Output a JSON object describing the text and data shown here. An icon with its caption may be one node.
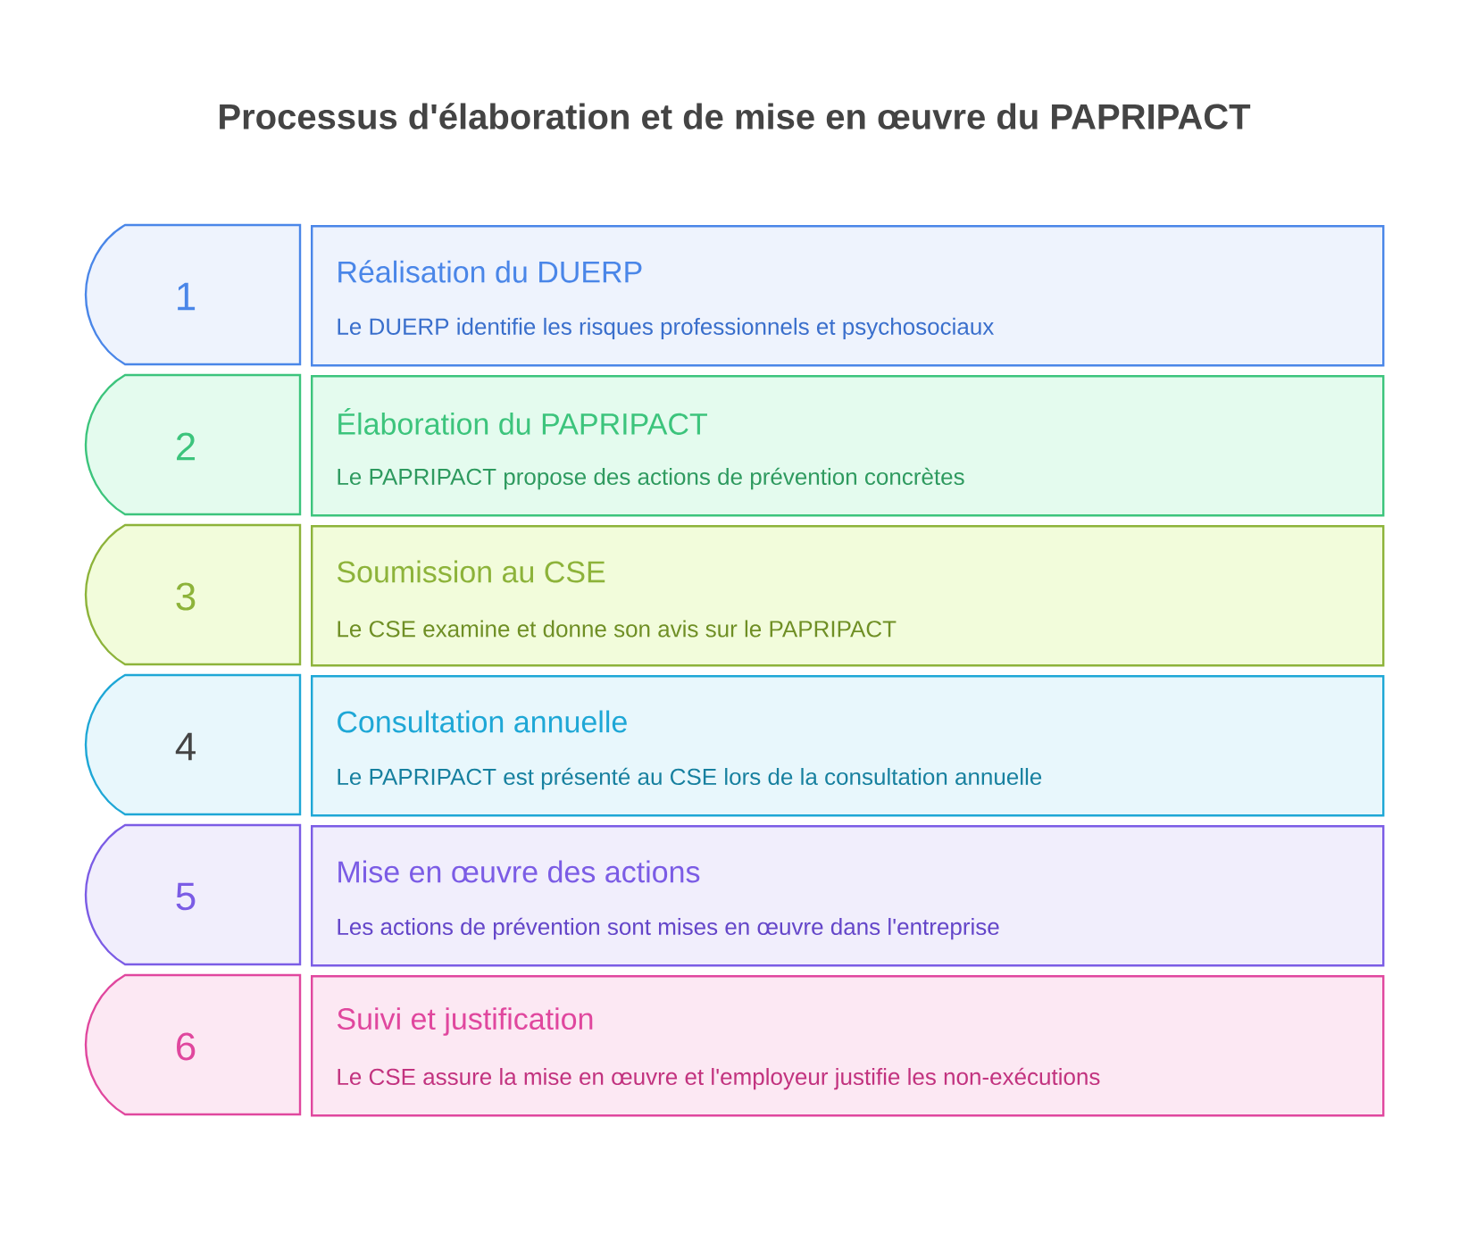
{
  "diagram": {
    "title": "Processus d'élaboration et de mise en œuvre du PAPRIPACT",
    "nodes": [
      {
        "text": [
          "1"
        ]
      },
      {
        "text": [
          "Réalisation du DUERP",
          "Le DUERP identifie les risques professionnels et psychosociaux"
        ]
      },
      {
        "text": [
          "2"
        ]
      },
      {
        "text": [
          "Élaboration du PAPRIPACT",
          "Le PAPRIPACT propose des actions de prévention concrètes"
        ]
      },
      {
        "text": [
          "3"
        ]
      },
      {
        "text": [
          "Soumission au CSE",
          "Le CSE examine et donne son avis sur le PAPRIPACT"
        ]
      },
      {
        "text": [
          "4"
        ]
      },
      {
        "text": [
          "Consultation annuelle",
          "Le PAPRIPACT est présenté au CSE lors de la consultation annuelle"
        ]
      },
      {
        "text": [
          "5"
        ]
      },
      {
        "text": [
          "Mise en œuvre des actions",
          "Les actions de prévention sont mises en œuvre dans l'entreprise"
        ]
      },
      {
        "text": [
          "6"
        ]
      },
      {
        "text": [
          "Suivi et justification",
          "Le CSE assure la mise en œuvre et l'employeur justifie les non-exécutions"
        ]
      }
    ]
  }
}
